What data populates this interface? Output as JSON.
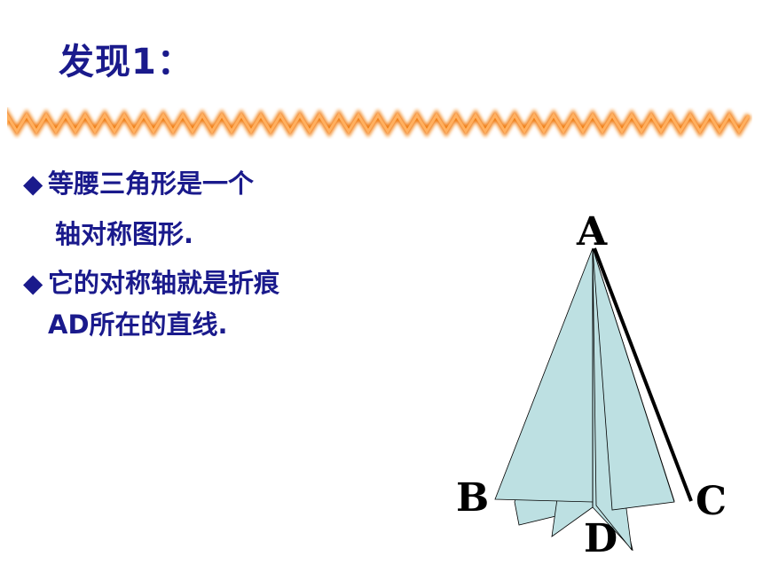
{
  "slide": {
    "title": "发现1：",
    "bullets": [
      {
        "marker": "◆",
        "line1": "等腰三角形是一个",
        "line2": "轴对称图形."
      },
      {
        "marker": "◆",
        "line1": "它的对称轴就是折痕",
        "line2": "AD所在的直线."
      }
    ],
    "figure": {
      "labels": {
        "A": "A",
        "B": "B",
        "C": "C",
        "D": "D"
      },
      "fill_color": "#bde0e2",
      "edge_color": "#000000"
    },
    "colors": {
      "title": "#1a1a8c",
      "wave": "#f07a10"
    }
  }
}
